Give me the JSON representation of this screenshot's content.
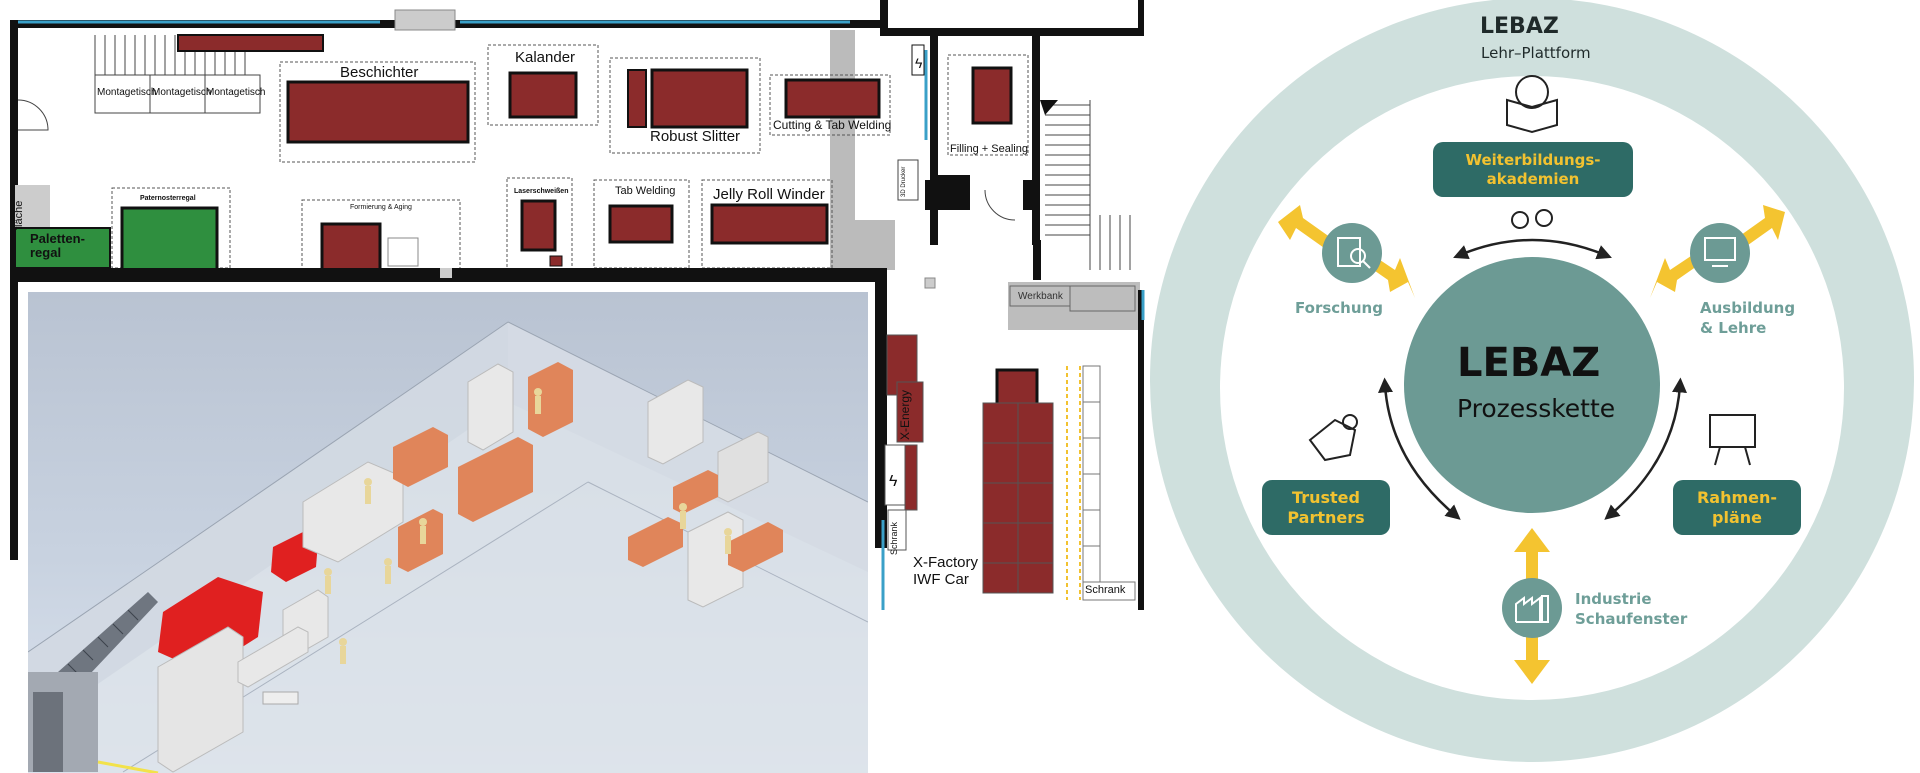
{
  "floorplan": {
    "labels": {
      "montagetisch_1": "Montagetisch",
      "montagetisch_2": "Montagetisch",
      "montagetisch_3": "Montagetisch",
      "beschichter": "Beschichter",
      "kalander": "Kalander",
      "robust_slitter": "Robust Slitter",
      "cutting_tab_welding": "Cutting & Tab Welding",
      "filling_sealing": "Filling + Sealing",
      "palettenregal": "Paletten-\nregal",
      "flaeche": "fläche",
      "paternosterregal": "Paternosterregal",
      "formierung_aging": "Formierung & Aging",
      "laserschweissen": "Laserschweißen",
      "tab_welding": "Tab Welding",
      "jelly_roll_winder": "Jelly Roll Winder",
      "werkbank": "Werkbank",
      "x_energy": "X-Energy",
      "x_factory": "X-Factory\nIWF Car",
      "schrank": "Schrank",
      "schrank_small": "Schrank",
      "trocken": "3D Drucker"
    }
  },
  "diagram": {
    "title": "LEBAZ",
    "subtitle": "Lehr–Plattform",
    "center_title": "LEBAZ",
    "center_subtitle": "Prozesskette",
    "weiterbildung_line1": "Weiterbildungs-",
    "weiterbildung_line2": "akademien",
    "trusted_line1": "Trusted",
    "trusted_line2": "Partners",
    "rahmen_line1": "Rahmen-",
    "rahmen_line2": "pläne",
    "forschung": "Forschung",
    "ausbildung_line1": "Ausbildung",
    "ausbildung_line2": "& Lehre",
    "industrie_line1": "Industrie",
    "industrie_line2": "Schaufenster",
    "colors": {
      "outer_ring": "#cfe0dd",
      "center": "#6c9a94",
      "pill": "#2e6b66",
      "pill_text": "#f2c230",
      "arrow": "#f4c430",
      "teal_label": "#6e9e98"
    }
  }
}
